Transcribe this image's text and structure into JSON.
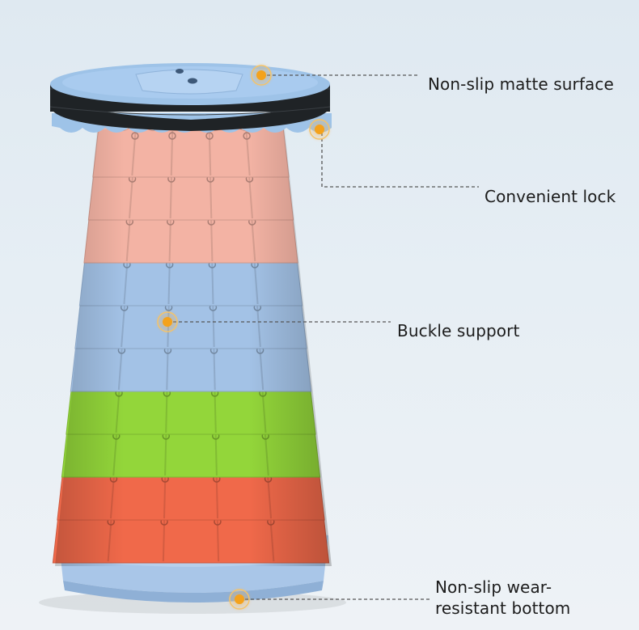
{
  "callouts": [
    {
      "label": "Non-slip matte surface"
    },
    {
      "label": "Convenient lock"
    },
    {
      "label": "Buckle support"
    },
    {
      "label_line1": "Non-slip wear-",
      "label_line2": "resistant bottom"
    }
  ],
  "colors": {
    "seat_top": "#9ec3e8",
    "seat_band": "#1f2326",
    "pink": "#f3b3a4",
    "blue": "#a3c2e6",
    "green": "#93d63a",
    "orange": "#f0694a",
    "base": "#a9c6e8",
    "marker": "#f4a21c"
  }
}
